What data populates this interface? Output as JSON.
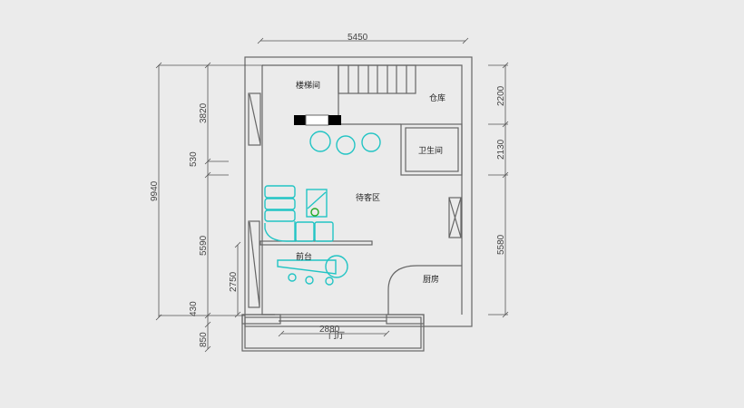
{
  "rooms": {
    "stairwell": "楼梯间",
    "storage": "仓库",
    "bathroom": "卫生间",
    "waiting_area": "待客区",
    "reception": "前台",
    "kitchen": "厨房",
    "foyer": "门厅"
  },
  "dimensions": {
    "top_width": "5450",
    "left_total": "9940",
    "left_1": "3820",
    "left_2": "530",
    "left_3": "5590",
    "left_4": "430",
    "left_5": "850",
    "inner_left": "2750",
    "door_width": "2880",
    "right_1": "2200",
    "right_2": "2130",
    "right_3": "5580"
  },
  "colors": {
    "furniture": "#22c4c4",
    "walls": "#666666",
    "background": "#ebebeb"
  }
}
